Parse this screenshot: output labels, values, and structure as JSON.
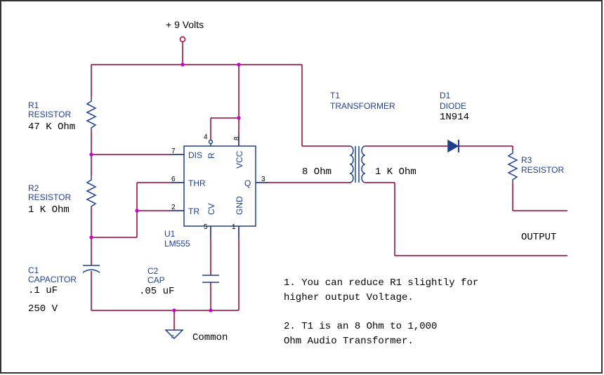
{
  "supply": {
    "label": "+ 9 Volts"
  },
  "components": {
    "r1": {
      "ref": "R1",
      "type": "RESISTOR",
      "value": "47 K Ohm"
    },
    "r2": {
      "ref": "R2",
      "type": "RESISTOR",
      "value": "1 K Ohm"
    },
    "c1": {
      "ref": "C1",
      "type": "CAPACITOR",
      "value": ".1 uF",
      "rating": "250 V"
    },
    "c2": {
      "ref": "C2",
      "type": "CAP",
      "value": ".05 uF"
    },
    "u1": {
      "ref": "U1",
      "type": "LM555",
      "pins": {
        "dis": "DIS",
        "thr": "THR",
        "tr": "TR",
        "r": "R",
        "vcc": "VCC",
        "q": "Q",
        "cv": "CV",
        "gnd": "GND"
      },
      "pin_numbers": {
        "p1": "1",
        "p2": "2",
        "p3": "3",
        "p4": "4",
        "p5": "5",
        "p6": "6",
        "p7": "7",
        "p8": "8"
      }
    },
    "t1": {
      "ref": "T1",
      "type": "TRANSFORMER",
      "primary": "8 Ohm",
      "secondary": "1 K Ohm"
    },
    "d1": {
      "ref": "D1",
      "type": "DIODE",
      "part": "1N914"
    },
    "r3": {
      "ref": "R3",
      "type": "RESISTOR"
    }
  },
  "labels": {
    "output": "OUTPUT",
    "common": "Common",
    "ground_mark": "F"
  },
  "notes": [
    "1. You can reduce R1 slightly for",
    "higher output Voltage.",
    "2. T1 is an 8 Ohm to 1,000",
    "Ohm Audio Transformer."
  ],
  "colors": {
    "wire": "#990033",
    "component": "#1f3f8f",
    "junction": "#cc00cc",
    "text": "#000000",
    "frame": "#333333"
  }
}
